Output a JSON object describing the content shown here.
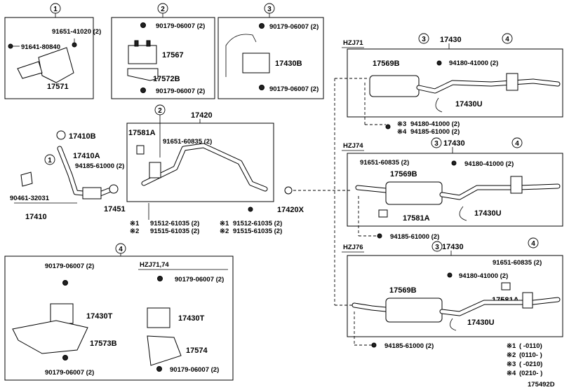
{
  "callouts": [
    "1",
    "2",
    "3",
    "4"
  ],
  "variants": {
    "hzj71": "HZJ71",
    "hzj74": "HZJ74",
    "hzj76": "HZJ76",
    "hzj7174": "HZJ71,74"
  },
  "parts": {
    "p91651_41020_2": "91651-41020 (2)",
    "p91641_80840": "91641-80840",
    "p17571": "17571",
    "p90179_06007_2": "90179-06007 (2)",
    "p17567": "17567",
    "p17572B": "17572B",
    "p17430B": "17430B",
    "p17420": "17420",
    "p17410B": "17410B",
    "p17410A": "17410A",
    "p94185_61000_2": "94185-61000 (2)",
    "p90461_32031": "90461-32031",
    "p17410": "17410",
    "p17451": "17451",
    "p17581A": "17581A",
    "p91651_60835_2": "91651-60835 (2)",
    "p91512_61035_2": "91512-61035 (2)",
    "p91515_61035_2": "91515-61035 (2)",
    "p17420X": "17420X",
    "p17430": "17430",
    "p17569B": "17569B",
    "p94180_41000_2": "94180-41000 (2)",
    "p17430U": "17430U",
    "p94185_61000": "94185-61000 (2)",
    "p17430T": "17430T",
    "p17573B": "17573B",
    "p17574": "17574"
  },
  "marks": {
    "m1": "※1",
    "m2": "※2",
    "m3": "※3",
    "m4": "※4"
  },
  "legend": [
    {
      "mark": "※1",
      "range": "(      -0110)"
    },
    {
      "mark": "※2",
      "range": "(0110-      )"
    },
    {
      "mark": "※3",
      "range": "(      -0210)"
    },
    {
      "mark": "※4",
      "range": "(0210-      )"
    }
  ],
  "figure_id": "175492D"
}
